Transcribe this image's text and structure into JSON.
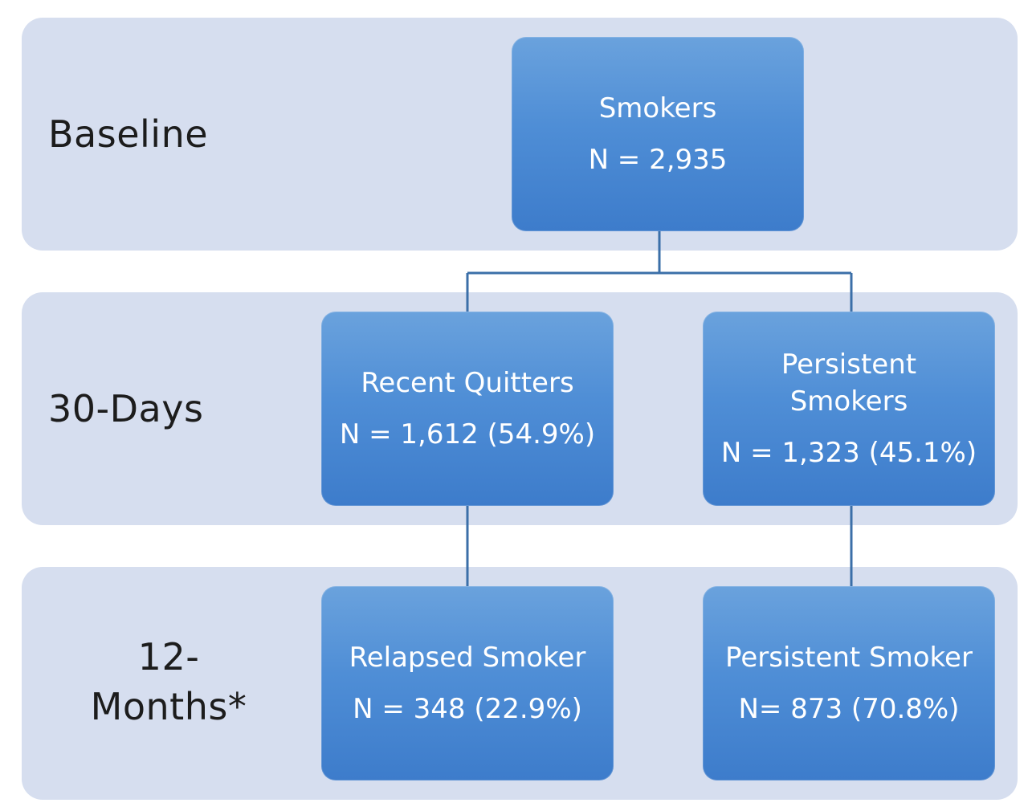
{
  "stages": [
    {
      "label_line1": "Baseline",
      "label_line2": ""
    },
    {
      "label_line1": "30-Days",
      "label_line2": ""
    },
    {
      "label_line1": "12-",
      "label_line2": "Months*"
    }
  ],
  "nodes": {
    "smokers": {
      "line1": "Smokers",
      "line2": "",
      "count": "N = 2,935"
    },
    "recent_quitters": {
      "line1": "Recent Quitters",
      "line2": "",
      "count": "N = 1,612 (54.9%)"
    },
    "persistent_smokers": {
      "line1": "Persistent",
      "line2": "Smokers",
      "count": "N = 1,323 (45.1%)"
    },
    "relapsed_smoker": {
      "line1": "Relapsed Smoker",
      "line2": "",
      "count": "N = 348 (22.9%)"
    },
    "persistent_smoker_12m": {
      "line1": "Persistent Smoker",
      "line2": "",
      "count": "N= 873 (70.8%)"
    }
  },
  "colors": {
    "band_background": "#d6deef",
    "node_fill": "#4f8ed6",
    "connector": "#3b6fa8",
    "label_text": "#1c1c1c"
  }
}
